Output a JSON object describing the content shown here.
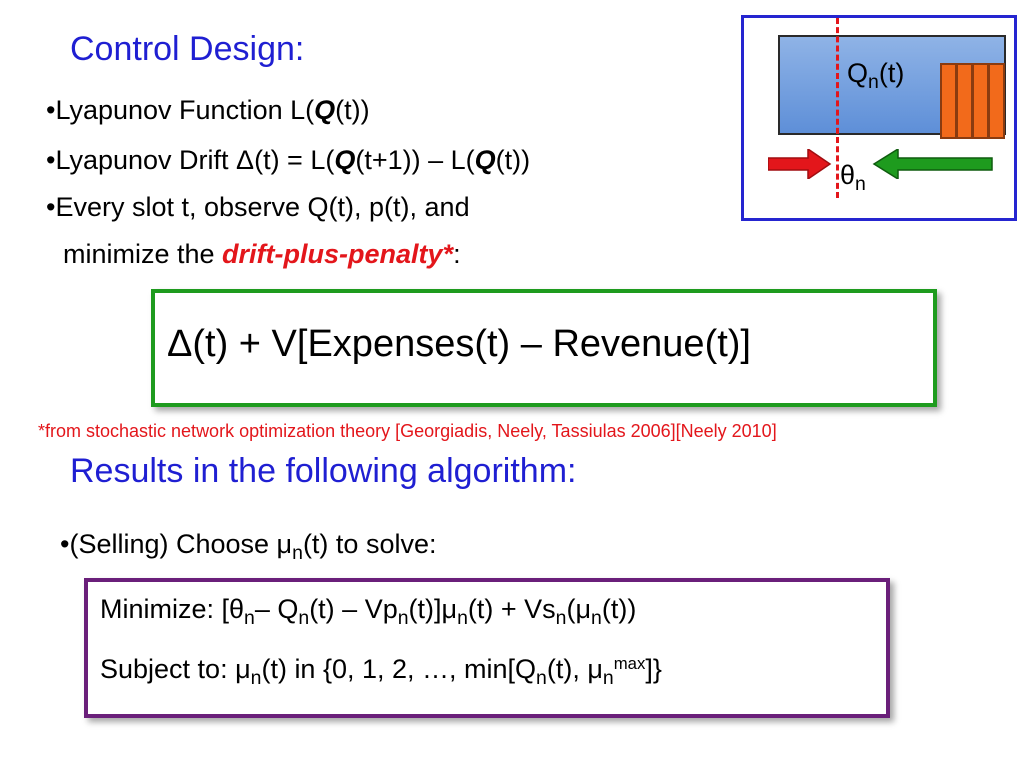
{
  "title": "Control Design:",
  "bullets": {
    "b1_prefix": "•Lyapunov Function L(",
    "b1_q": "Q",
    "b1_suffix": "(t))",
    "b2_prefix": "•Lyapunov Drift Δ(t) = L(",
    "b2_q1": "Q",
    "b2_mid": "(t+1)) – L(",
    "b2_q2": "Q",
    "b2_suffix": "(t))",
    "b3_line1": "•Every slot t, observe Q(t), p(t), and",
    "b3_line2_prefix": "minimize the ",
    "b3_emph": "drift-plus-penalty*",
    "b3_colon": ":"
  },
  "formula": "Δ(t) + V[Expenses(t) – Revenue(t)]",
  "footnote": "*from stochastic network optimization theory [Georgiadis, Neely, Tassiulas 2006][Neely 2010]",
  "results_heading": "Results in the following algorithm:",
  "selling": {
    "prefix": "•(Selling)  Choose μ",
    "sub": "n",
    "suffix": "(t) to solve:"
  },
  "minimize": {
    "p1": "Minimize:   [θ",
    "s1": "n",
    "p2": "– Q",
    "s2": "n",
    "p3": "(t) – Vp",
    "s3": "n",
    "p4": "(t)]μ",
    "s4": "n",
    "p5": "(t) + Vs",
    "s5": "n",
    "p6": "(μ",
    "s6": "n",
    "p7": "(t))"
  },
  "subject": {
    "p1": "Subject to: μ",
    "s1": "n",
    "p2": "(t) in {0, 1, 2, …, min[Q",
    "s2": "n",
    "p3": "(t), μ",
    "s3": "n",
    "sup": "max",
    "p4": "]}"
  },
  "diagram": {
    "queue_label": "Q",
    "queue_sub": "n",
    "queue_suffix": "(t)",
    "theta_label": "θ",
    "theta_sub": "n",
    "colors": {
      "border": "#2525d0",
      "queue": "#6e9be0",
      "packets": "#f26a1b",
      "dashed": "#e3161b",
      "arrow_in": "#e3161b",
      "arrow_out": "#1e9b1e"
    }
  }
}
